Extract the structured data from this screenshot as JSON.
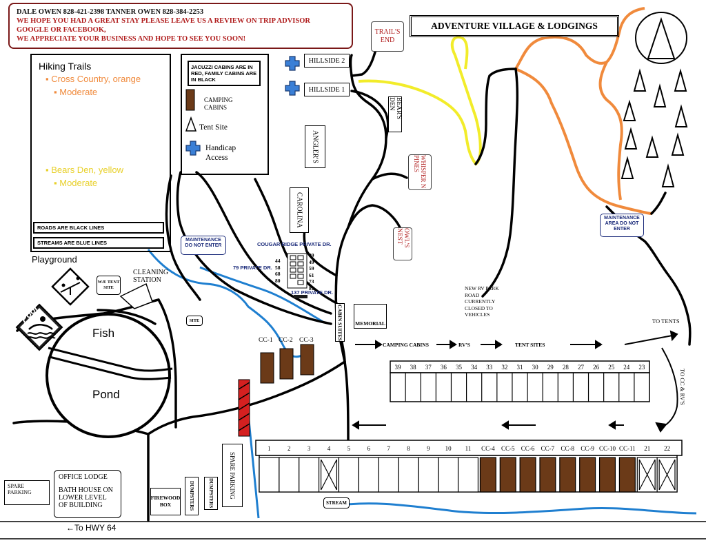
{
  "header": {
    "contact_line": "DALE OWEN 828-421-2398  TANNER OWEN 828-384-2253",
    "message_line1": "WE HOPE YOU HAD A GREAT STAY PLEASE LEAVE US A REVIEW ON TRIP ADVISOR",
    "message_line2": "GOOGLE OR FACEBOOK,",
    "message_line3": "WE APPRECIATE YOUR BUSINESS AND HOPE TO SEE YOU SOON!",
    "title": "ADVENTURE VILLAGE & LODGINGS"
  },
  "trails_legend": {
    "heading": "Hiking Trails",
    "trail1_name": "Cross Country, orange",
    "trail1_difficulty": "Moderate",
    "trail2_name": "Bears Den, yellow",
    "trail2_difficulty": "Moderate",
    "roads_note": "ROADS ARE BLACK LINES",
    "streams_note": "STREAMS ARE BLUE LINES",
    "colors": {
      "orange_trail": "#f08a3c",
      "yellow_trail": "#f2ec2a",
      "stream": "#1f7fd0",
      "road": "#000000"
    }
  },
  "cabin_key": {
    "note": "JACUZZI CABINS ARE IN RED, FAMILY CABINS ARE IN BLACK",
    "camping_cabins": "CAMPING CABINS",
    "tent_site": "Tent Site",
    "handicap_access": "Handicap Access",
    "colors": {
      "camping_cabin": "#6b3a18",
      "handicap": "#3a7fd6"
    }
  },
  "cabins": {
    "trails_end": "TRAIL'S END",
    "hillside2": "HILLSIDE 2",
    "hillside1": "HILLSIDE 1",
    "bears_den": "BEAR'S DEN",
    "anglers": "ANGLER'S",
    "carolina": "CAROLINA",
    "whisper": "WHISPER N PINES",
    "owls_nest": "OWL'S NEST",
    "cabin_suites": "CABIN SUITES",
    "memorial": "MEMORIAL"
  },
  "areas": {
    "playground": "Playground",
    "pool": "Pool",
    "fish": "Fish",
    "pond": "Pond",
    "cleaning_station": "CLEANING STATION",
    "ie_tent_site": "W/E TENT SITE",
    "site": "SITE",
    "maintenance_left": "MAINTENANCE DO NOT ENTER",
    "maintenance_right": "MAINTENANCE AREA DO NOT ENTER",
    "office_lodge": "OFFICE LODGE",
    "bath_house": "BATH HOUSE ON LOWER LEVEL OF BUILDING",
    "spare_parking_left": "SPARE PARKING",
    "spare_parking_vertical": "SPARE PARKING",
    "firewood": "FIREWOOD BOX",
    "dumpsters1": "DUMPSTERS",
    "dumpsters2": "DUMPSTERS",
    "stream": "STREAM",
    "to_hwy": "←To HWY 64"
  },
  "roads": {
    "cougar_ridge": "COUGAR RIDGE PRIVATE DR.",
    "private_79": "79 PRIVATE DR.",
    "private_137": "137 PRIVATE DR.",
    "new_rv_road": "NEW RV PARK ROAD CURRENTLY CLOSED TO VEHICLES",
    "to_tents": "TO TENTS",
    "to_cc_rvs": "TO CC & RV'S",
    "camping_cabins_arrow": "CAMPING CABINS",
    "rvs_arrow": "RV'S",
    "tent_sites_arrow": "TENT SITES"
  },
  "cougar_ridge_sites": {
    "left": [
      "44",
      "58",
      "68",
      "80"
    ],
    "right": [
      "39",
      "49",
      "59",
      "61",
      "73",
      "81"
    ]
  },
  "upper_row_sites": [
    "39",
    "38",
    "37",
    "36",
    "35",
    "34",
    "33",
    "32",
    "31",
    "30",
    "29",
    "28",
    "27",
    "26",
    "25",
    "24",
    "23"
  ],
  "lower_row_sites": [
    "1",
    "2",
    "3",
    "4",
    "5",
    "6",
    "7",
    "8",
    "9",
    "10",
    "11",
    "CC-4",
    "CC-5",
    "CC-6",
    "CC-7",
    "CC-8",
    "CC-9",
    "CC-10",
    "CC-11",
    "21",
    "22"
  ],
  "cc_top": [
    "CC-1",
    "CC-2",
    "CC-3"
  ]
}
